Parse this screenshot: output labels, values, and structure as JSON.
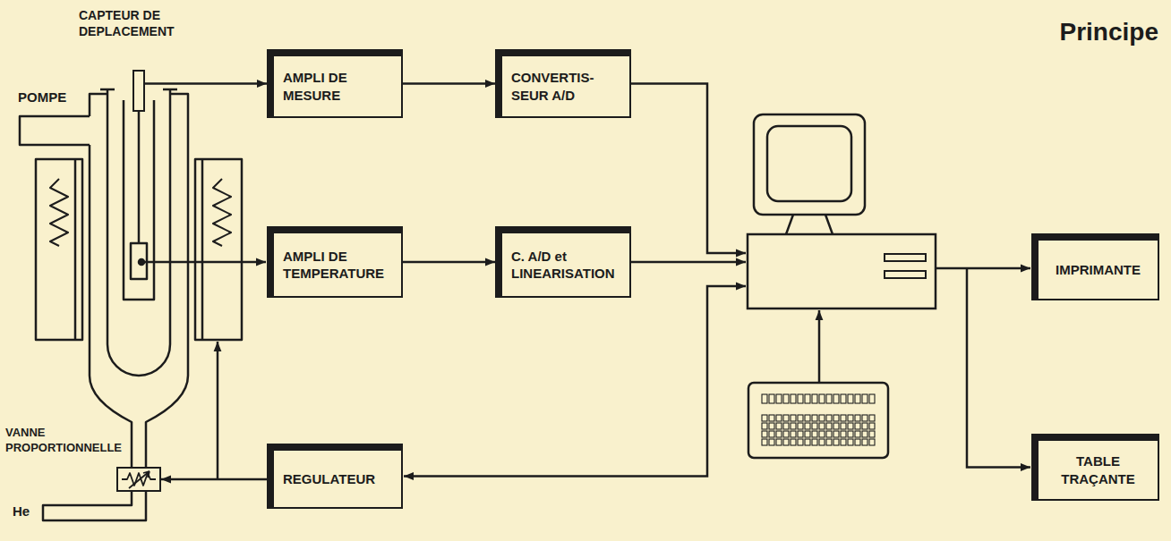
{
  "diagram": {
    "title": "Principe",
    "nodes": [
      {
        "text": [
          "CAPTEUR DE DEPLACEMENT"
        ]
      },
      {
        "text": [
          "AMPLI DE MESURE"
        ]
      },
      {
        "text": [
          "CONVERTIS- SEUR A/D"
        ]
      },
      {
        "text": [
          "AMPLI DE TEMPERATURE"
        ]
      },
      {
        "text": [
          "C. A/D et LINEARISATION"
        ]
      },
      {
        "text": [
          "VANNE PROPORTIONNELLE"
        ]
      },
      {
        "text": [
          "REGULATEUR"
        ]
      },
      {
        "text": [
          "IMPRIMANTE"
        ]
      },
      {
        "text": [
          "TABLE TRAÇANTE"
        ]
      }
    ],
    "edges": [
      {
        "from": 0,
        "to": 1,
        "arrow": "to"
      },
      {
        "from": 1,
        "to": 2,
        "arrow": "to"
      },
      {
        "from": 3,
        "to": 4,
        "arrow": "to"
      },
      {
        "from": 6,
        "to": 5,
        "arrow": "to"
      }
    ],
    "labels": [
      "POMPE",
      "He"
    ]
  }
}
